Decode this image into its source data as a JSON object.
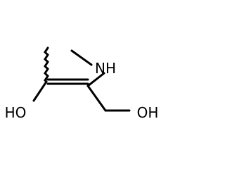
{
  "labels": {
    "nh": "NH",
    "oh_left": "HO",
    "oh_right": "OH"
  },
  "colors": {
    "bond": "#000000",
    "text": "#000000",
    "background": "#ffffff"
  }
}
